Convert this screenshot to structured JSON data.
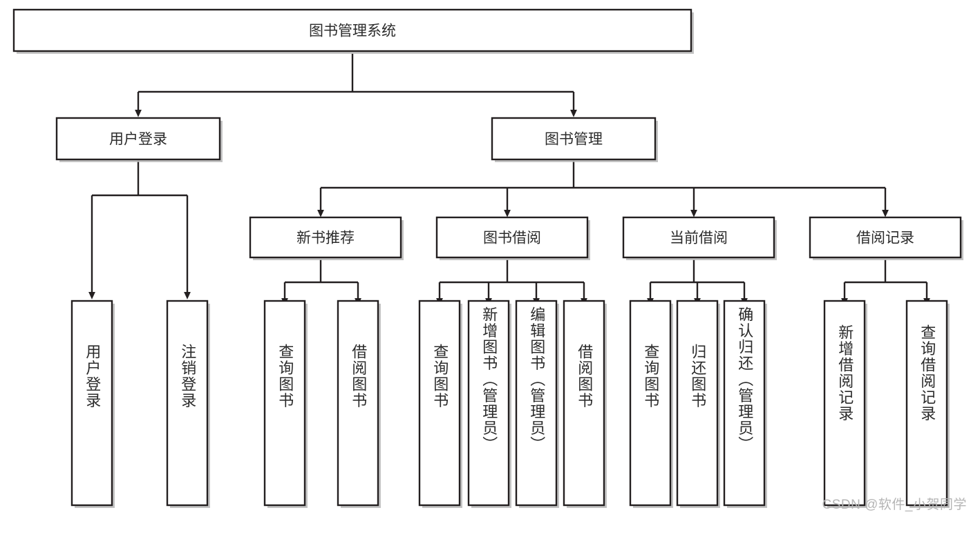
{
  "diagram": {
    "type": "tree",
    "title": "图书管理系统",
    "watermark": "CSDN @软件_小贺同学",
    "colors": {
      "stroke": "#231f20",
      "fill": "#ffffff",
      "text": "#2b2b2b",
      "shadow": "#b8b8b8",
      "watermark": "#b5b5b5"
    },
    "nodes": {
      "root": {
        "label": "图书管理系统"
      },
      "level2": [
        {
          "id": "user-login",
          "label": "用户登录"
        },
        {
          "id": "book-manage",
          "label": "图书管理"
        }
      ],
      "level3": [
        {
          "id": "new-book-recommend",
          "label": "新书推荐"
        },
        {
          "id": "book-borrow",
          "label": "图书借阅"
        },
        {
          "id": "current-borrow",
          "label": "当前借阅"
        },
        {
          "id": "borrow-record",
          "label": "借阅记录"
        }
      ],
      "leaves": [
        {
          "id": "leaf-user-login",
          "label": "用户登录",
          "parent": "user-login"
        },
        {
          "id": "leaf-logout-login",
          "label": "注销登录",
          "parent": "user-login"
        },
        {
          "id": "leaf-query-book-1",
          "label": "查询图书",
          "parent": "new-book-recommend"
        },
        {
          "id": "leaf-borrow-book-1",
          "label": "借阅图书",
          "parent": "new-book-recommend"
        },
        {
          "id": "leaf-query-book-2",
          "label": "查询图书",
          "parent": "book-borrow"
        },
        {
          "id": "leaf-add-book",
          "label": "新增图书（管理员）",
          "parent": "book-borrow"
        },
        {
          "id": "leaf-edit-book",
          "label": "编辑图书（管理员）",
          "parent": "book-borrow"
        },
        {
          "id": "leaf-borrow-book-2",
          "label": "借阅图书",
          "parent": "book-borrow"
        },
        {
          "id": "leaf-query-book-3",
          "label": "查询图书",
          "parent": "current-borrow"
        },
        {
          "id": "leaf-return-book",
          "label": "归还图书",
          "parent": "current-borrow"
        },
        {
          "id": "leaf-confirm-return",
          "label": "确认归还（管理员）",
          "parent": "current-borrow"
        },
        {
          "id": "leaf-add-record",
          "label": "新增借阅记录",
          "parent": "borrow-record"
        },
        {
          "id": "leaf-query-record",
          "label": "查询借阅记录",
          "parent": "borrow-record"
        }
      ]
    }
  }
}
